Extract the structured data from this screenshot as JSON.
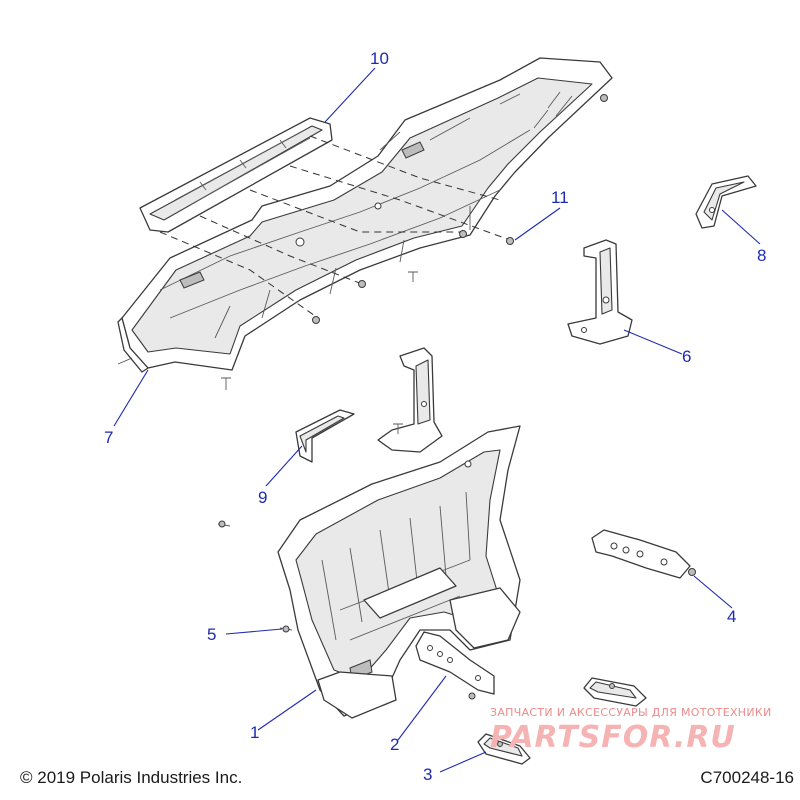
{
  "callouts": [
    "1",
    "2",
    "3",
    "4",
    "5",
    "6",
    "7",
    "8",
    "9",
    "10",
    "11"
  ],
  "footer": {
    "copyright": "© 2019 Polaris Industries Inc.",
    "drawing_number": "C700248-16"
  },
  "watermark": {
    "tagline": "ЗАПЧАСТИ И АКСЕССУАРЫ ДЛЯ МОТОТЕХНИКИ",
    "logo": "PARTSFOR.RU"
  },
  "colors": {
    "callout": "#1e2bb0",
    "outline": "#3a3a3a",
    "watermark": "#f08a8a"
  }
}
